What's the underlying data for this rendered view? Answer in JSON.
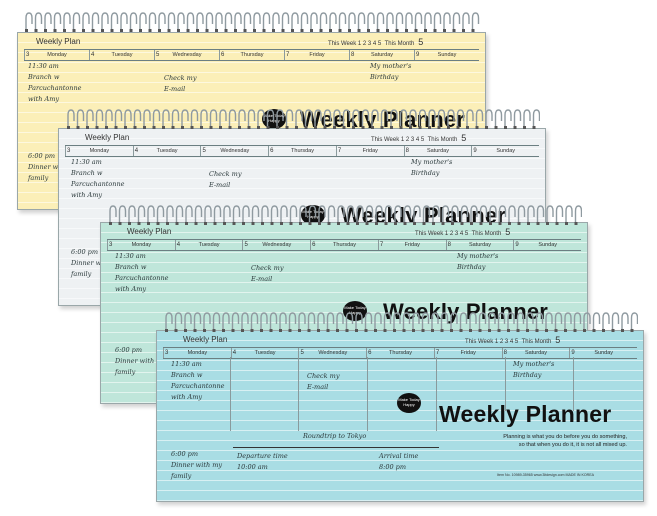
{
  "pads": [
    {
      "id": "yellow",
      "color": "#fbefb8",
      "header": "Weekly Plan"
    },
    {
      "id": "white",
      "color": "#eef1f3",
      "header": "Weekly Plan"
    },
    {
      "id": "green",
      "color": "#bfe6da",
      "header": "Weekly Plan"
    },
    {
      "id": "blue",
      "color": "#a9dde4",
      "header": "Weekly Plan"
    }
  ],
  "meta": {
    "this_week": "This Week",
    "week_nums": "1 2 3 4 5",
    "this_month": "This Month",
    "month_num": "5"
  },
  "days": [
    "Monday",
    "Tuesday",
    "Wednesday",
    "Thursday",
    "Friday",
    "Saturday",
    "Sunday"
  ],
  "day_numbers": [
    "3",
    "4",
    "5",
    "6",
    "7",
    "8",
    "9"
  ],
  "notes": {
    "mon_time": "11:30 am",
    "mon_line2": "Branch w",
    "mon_line3": "Parcuchantonne",
    "mon_line4": "with Amy",
    "mon_eve": "6:00 pm",
    "mon_eve2": "Dinner with my",
    "mon_eve3": "family",
    "wed_line1": "Check my",
    "wed_line2": "E-mail",
    "wed_line3": "Roundtrip to Tokyo",
    "sat_line1": "My mother's",
    "sat_line2": "Birthday",
    "dep_line1": "Departure time",
    "dep_line2": "10:00 am",
    "arr_line1": "Arrival time",
    "arr_line2": "8:00 pm"
  },
  "badge": "Make Today Happy",
  "title": "Weekly Planner",
  "tagline": [
    "Planning is what you do before you do something,",
    "so that when you do it, it is not all mixed up."
  ],
  "footer": "Item No. 10989-35965  www.3ltdesign.com  MADE IN KOREA",
  "colors": {
    "ring": "#8f9aa0",
    "ink": "#2c3a3c"
  }
}
